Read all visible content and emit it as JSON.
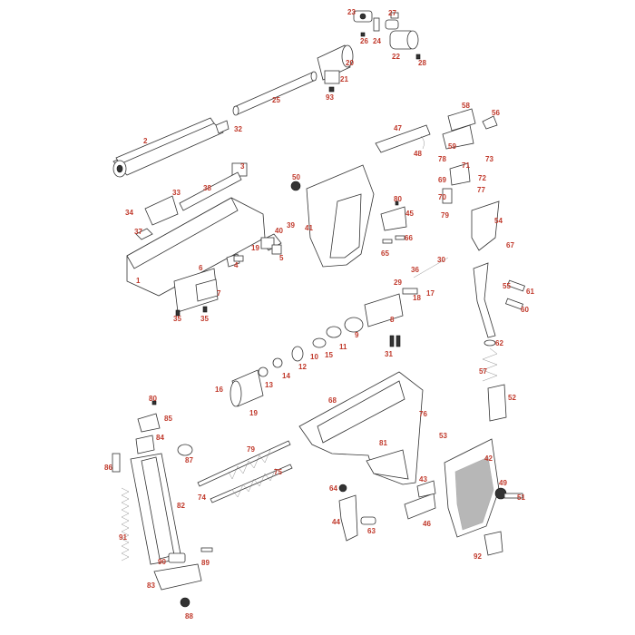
{
  "diagram": {
    "accent_color": "#c0392b",
    "callouts": [
      {
        "id": "c23",
        "text": "23"
      },
      {
        "id": "c27",
        "text": "27"
      },
      {
        "id": "c26",
        "text": "26"
      },
      {
        "id": "c24",
        "text": "24"
      },
      {
        "id": "c22",
        "text": "22"
      },
      {
        "id": "c28",
        "text": "28"
      },
      {
        "id": "c20",
        "text": "20"
      },
      {
        "id": "c21",
        "text": "21"
      },
      {
        "id": "c93",
        "text": "93"
      },
      {
        "id": "c25",
        "text": "25"
      },
      {
        "id": "c2",
        "text": "2"
      },
      {
        "id": "c32",
        "text": "32"
      },
      {
        "id": "c58",
        "text": "58"
      },
      {
        "id": "c56",
        "text": "56"
      },
      {
        "id": "c47",
        "text": "47"
      },
      {
        "id": "c59",
        "text": "59"
      },
      {
        "id": "c48",
        "text": "48"
      },
      {
        "id": "c78",
        "text": "78"
      },
      {
        "id": "c71",
        "text": "71"
      },
      {
        "id": "c73",
        "text": "73"
      },
      {
        "id": "c69",
        "text": "69"
      },
      {
        "id": "c72",
        "text": "72"
      },
      {
        "id": "c77",
        "text": "77"
      },
      {
        "id": "c70",
        "text": "70"
      },
      {
        "id": "c79",
        "text": "79"
      },
      {
        "id": "c54",
        "text": "54"
      },
      {
        "id": "c67",
        "text": "67"
      },
      {
        "id": "c3",
        "text": "3"
      },
      {
        "id": "c50",
        "text": "50"
      },
      {
        "id": "c33",
        "text": "33"
      },
      {
        "id": "c38",
        "text": "38"
      },
      {
        "id": "c34",
        "text": "34"
      },
      {
        "id": "c37",
        "text": "37"
      },
      {
        "id": "c80a",
        "text": "80"
      },
      {
        "id": "c45",
        "text": "45"
      },
      {
        "id": "c41",
        "text": "41"
      },
      {
        "id": "c40",
        "text": "40"
      },
      {
        "id": "c39",
        "text": "39"
      },
      {
        "id": "c66",
        "text": "66"
      },
      {
        "id": "c65",
        "text": "65"
      },
      {
        "id": "c19a",
        "text": "19"
      },
      {
        "id": "c5",
        "text": "5"
      },
      {
        "id": "c4",
        "text": "4"
      },
      {
        "id": "c1",
        "text": "1"
      },
      {
        "id": "c30",
        "text": "30"
      },
      {
        "id": "c36",
        "text": "36"
      },
      {
        "id": "c29",
        "text": "29"
      },
      {
        "id": "c18",
        "text": "18"
      },
      {
        "id": "c17",
        "text": "17"
      },
      {
        "id": "c6",
        "text": "6"
      },
      {
        "id": "c7",
        "text": "7"
      },
      {
        "id": "c55",
        "text": "55"
      },
      {
        "id": "c61",
        "text": "61"
      },
      {
        "id": "c60",
        "text": "60"
      },
      {
        "id": "c35a",
        "text": "35"
      },
      {
        "id": "c35b",
        "text": "35"
      },
      {
        "id": "c8",
        "text": "8"
      },
      {
        "id": "c9",
        "text": "9"
      },
      {
        "id": "c11",
        "text": "11"
      },
      {
        "id": "c15",
        "text": "15"
      },
      {
        "id": "c10",
        "text": "10"
      },
      {
        "id": "c31",
        "text": "31"
      },
      {
        "id": "c62",
        "text": "62"
      },
      {
        "id": "c12",
        "text": "12"
      },
      {
        "id": "c14",
        "text": "14"
      },
      {
        "id": "c13",
        "text": "13"
      },
      {
        "id": "c57",
        "text": "57"
      },
      {
        "id": "c16",
        "text": "16"
      },
      {
        "id": "c19b",
        "text": "19"
      },
      {
        "id": "c52",
        "text": "52"
      },
      {
        "id": "c68",
        "text": "68"
      },
      {
        "id": "c80b",
        "text": "80"
      },
      {
        "id": "c85",
        "text": "85"
      },
      {
        "id": "c76",
        "text": "76"
      },
      {
        "id": "c53",
        "text": "53"
      },
      {
        "id": "c84",
        "text": "84"
      },
      {
        "id": "c87",
        "text": "87"
      },
      {
        "id": "c79b",
        "text": "79"
      },
      {
        "id": "c81",
        "text": "81"
      },
      {
        "id": "c42",
        "text": "42"
      },
      {
        "id": "c86",
        "text": "86"
      },
      {
        "id": "c74",
        "text": "74"
      },
      {
        "id": "c75",
        "text": "75"
      },
      {
        "id": "c49",
        "text": "49"
      },
      {
        "id": "c43",
        "text": "43"
      },
      {
        "id": "c51",
        "text": "51"
      },
      {
        "id": "c82",
        "text": "82"
      },
      {
        "id": "c64",
        "text": "64"
      },
      {
        "id": "c91",
        "text": "91"
      },
      {
        "id": "c46",
        "text": "46"
      },
      {
        "id": "c44",
        "text": "44"
      },
      {
        "id": "c63",
        "text": "63"
      },
      {
        "id": "c89",
        "text": "89"
      },
      {
        "id": "c90",
        "text": "90"
      },
      {
        "id": "c92",
        "text": "92"
      },
      {
        "id": "c83",
        "text": "83"
      },
      {
        "id": "c88",
        "text": "88"
      }
    ]
  }
}
